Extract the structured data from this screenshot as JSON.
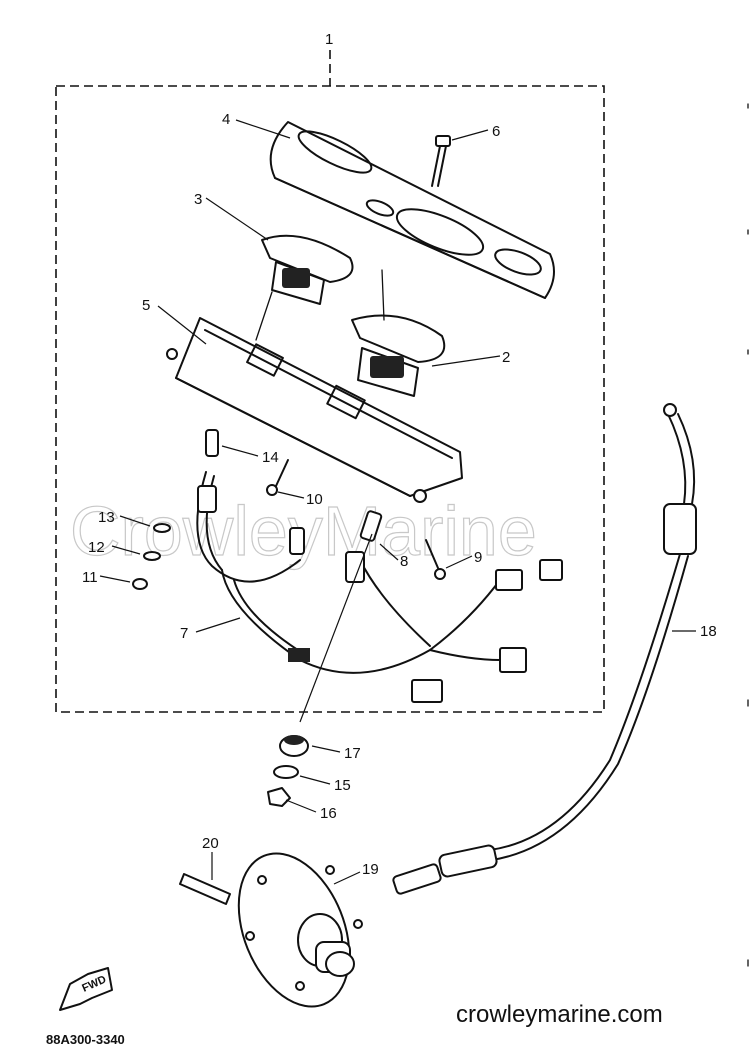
{
  "watermark": "CrowleyMarine",
  "site_label": "crowleymarine.com",
  "diagram_code": "88A300-3340",
  "forward_label": "FWD",
  "callouts": [
    {
      "id": "c1",
      "text": "1"
    },
    {
      "id": "c2",
      "text": "2"
    },
    {
      "id": "c3",
      "text": "3"
    },
    {
      "id": "c4",
      "text": "4"
    },
    {
      "id": "c5",
      "text": "5"
    },
    {
      "id": "c6",
      "text": "6"
    },
    {
      "id": "c7",
      "text": "7"
    },
    {
      "id": "c8",
      "text": "8"
    },
    {
      "id": "c9",
      "text": "9"
    },
    {
      "id": "c10",
      "text": "10"
    },
    {
      "id": "c11",
      "text": "11"
    },
    {
      "id": "c12",
      "text": "12"
    },
    {
      "id": "c13",
      "text": "13"
    },
    {
      "id": "c14",
      "text": "14"
    },
    {
      "id": "c15",
      "text": "15"
    },
    {
      "id": "c16",
      "text": "16"
    },
    {
      "id": "c17",
      "text": "17"
    },
    {
      "id": "c18",
      "text": "18"
    },
    {
      "id": "c19",
      "text": "19"
    },
    {
      "id": "c20",
      "text": "20"
    }
  ]
}
